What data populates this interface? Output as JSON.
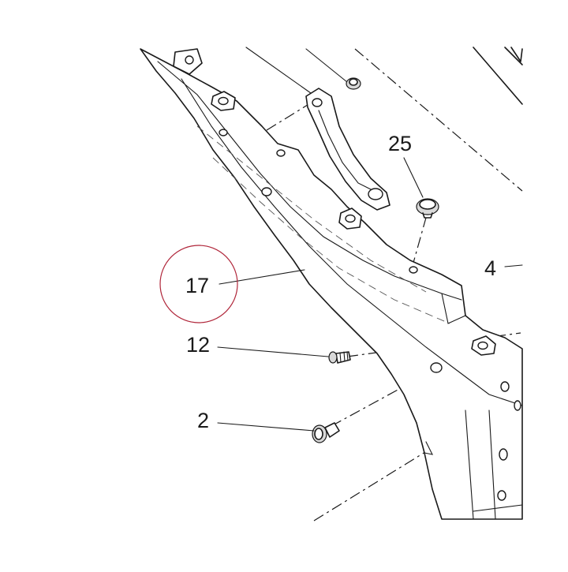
{
  "diagram": {
    "callouts": [
      {
        "id": "c17",
        "label": "17",
        "highlighted": true
      },
      {
        "id": "c25",
        "label": "25",
        "highlighted": false
      },
      {
        "id": "c4",
        "label": "4",
        "highlighted": false
      },
      {
        "id": "c12",
        "label": "12",
        "highlighted": false
      },
      {
        "id": "c2",
        "label": "2",
        "highlighted": false
      }
    ],
    "highlight_color": "#b0263a",
    "line_color": "#1a1a1a"
  }
}
